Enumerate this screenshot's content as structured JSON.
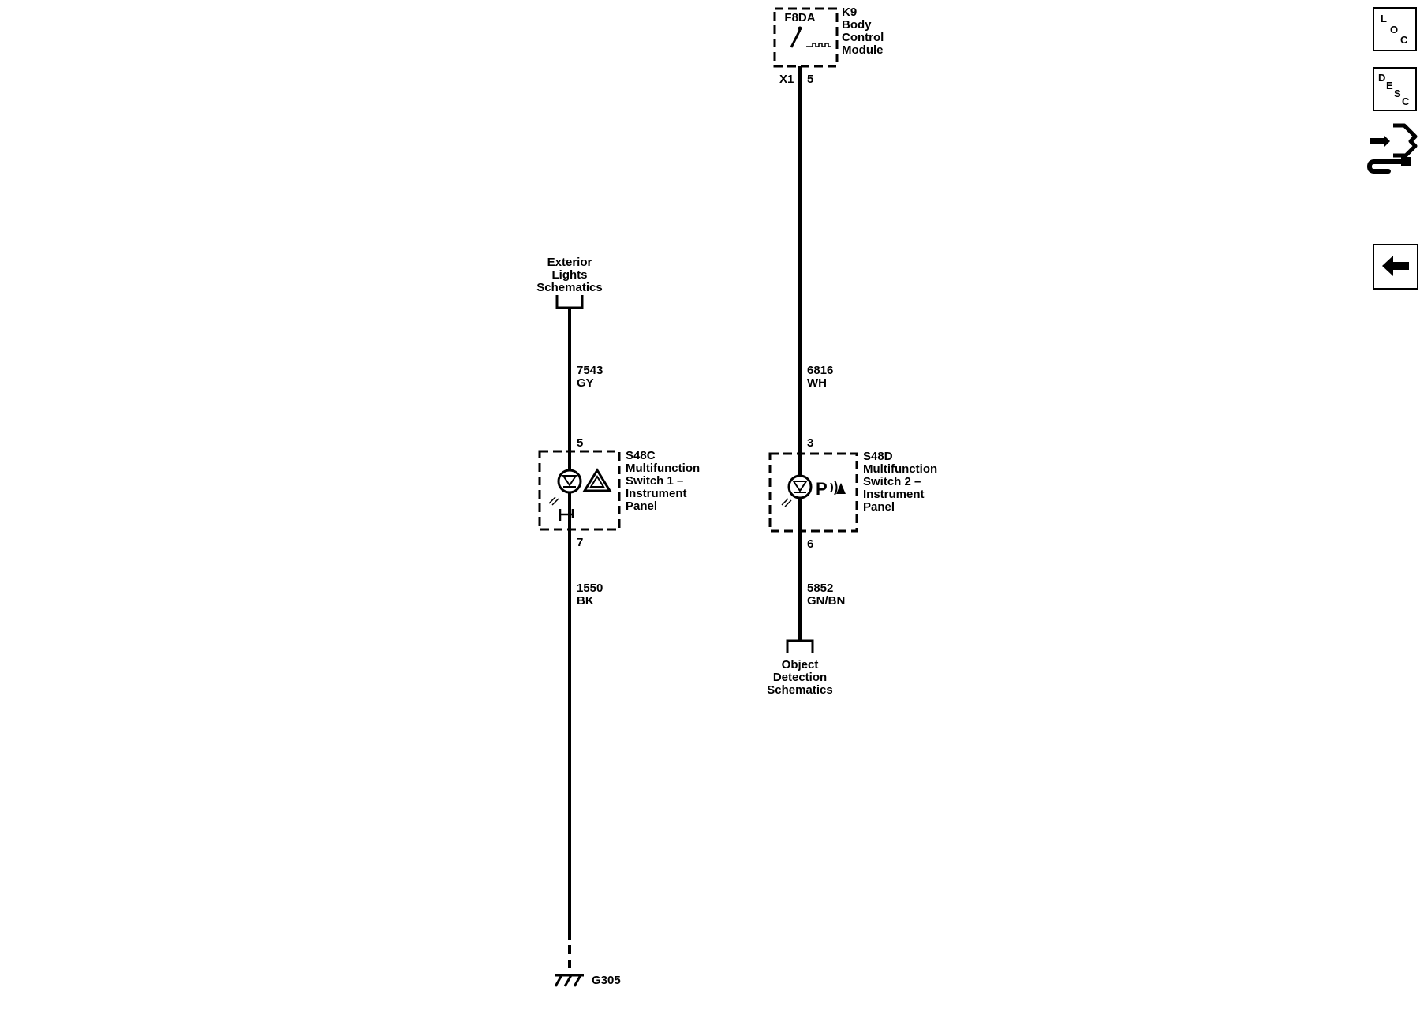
{
  "k9": {
    "fuse_label": "F8DA",
    "ref": "K9",
    "name_lines": [
      "Body",
      "Control",
      "Module"
    ],
    "connector": "X1",
    "pin": "5"
  },
  "exterior_lights": {
    "lines": [
      "Exterior",
      "Lights",
      "Schematics"
    ]
  },
  "wire_7543": {
    "circuit": "7543",
    "color": "GY"
  },
  "wire_6816": {
    "circuit": "6816",
    "color": "WH"
  },
  "switch_1": {
    "pin_top": "5",
    "pin_bottom": "7",
    "lines": [
      "S48C",
      "Multifunction",
      "Switch 1 –",
      "Instrument",
      "Panel"
    ]
  },
  "switch_2": {
    "pin_top": "3",
    "pin_bottom": "6",
    "lines": [
      "S48D",
      "Multifunction",
      "Switch 2 –",
      "Instrument",
      "Panel"
    ]
  },
  "wire_1550": {
    "circuit": "1550",
    "color": "BK"
  },
  "wire_5852": {
    "circuit": "5852",
    "color": "GN/BN"
  },
  "object_detection": {
    "lines": [
      "Object",
      "Detection",
      "Schematics"
    ]
  },
  "ground": {
    "label": "G305"
  },
  "nav": {
    "loc": {
      "chars": [
        "L",
        "O",
        "C"
      ]
    },
    "desc": {
      "chars": [
        "D",
        "E",
        "S",
        "C"
      ]
    },
    "connector_icon": "connector-wrench-icon",
    "back_icon": "back-arrow-icon"
  }
}
